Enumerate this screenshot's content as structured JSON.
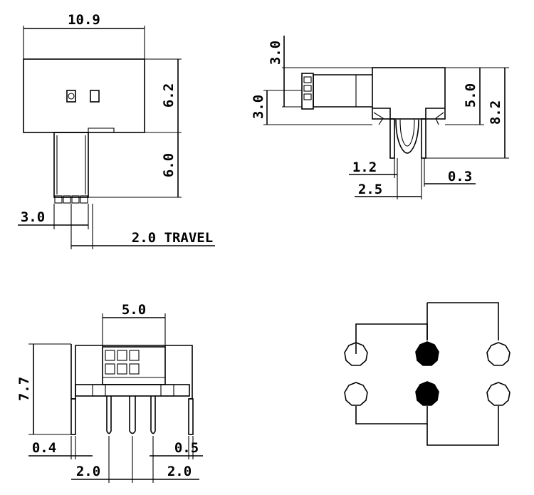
{
  "dimensions": {
    "top_width": "10.9",
    "body_height": "6.2",
    "actuator_height": "6.0",
    "actuator_width": "3.0",
    "travel": "2.0 TRAVEL",
    "side_cap_upper": "3.0",
    "side_cap_lower": "3.0",
    "side_body": "5.0",
    "side_total": "8.2",
    "side_pin_offset": "1.2",
    "side_pin_thick": "0.3",
    "side_pin_span": "2.5",
    "front_width": "5.0",
    "front_height": "7.7",
    "front_left_gap": "0.4",
    "front_right_gap": "0.5",
    "front_pitch_left": "2.0",
    "front_pitch_right": "2.0"
  },
  "schematic": {
    "contact_color_open": "#ffffff",
    "contact_color_closed": "#000000",
    "contacts": [
      "open",
      "closed",
      "open",
      "open",
      "closed",
      "open"
    ]
  }
}
